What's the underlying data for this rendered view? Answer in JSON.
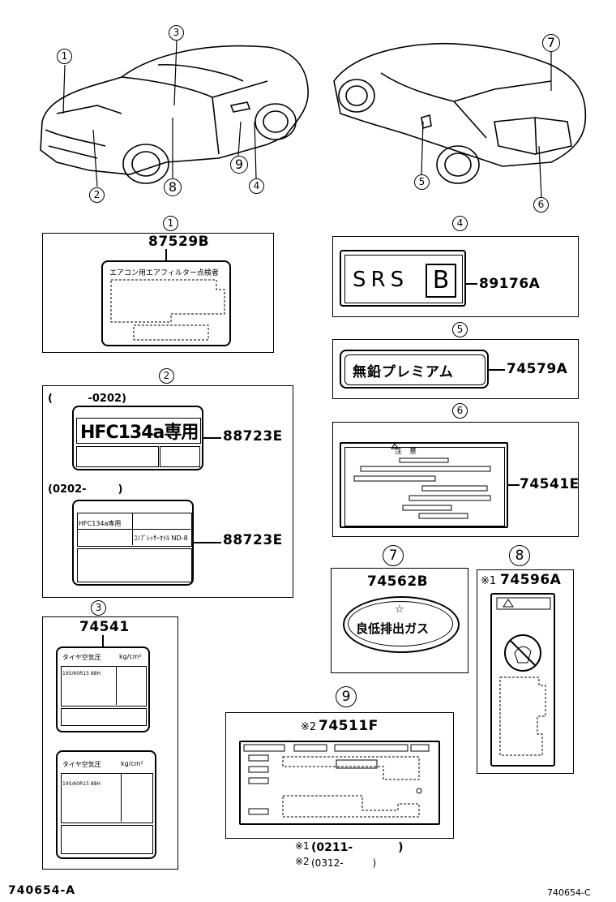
{
  "callouts": [
    "1",
    "2",
    "3",
    "4",
    "5",
    "6",
    "7",
    "8",
    "9"
  ],
  "part_numbers": {
    "p1": "87529B",
    "p2a": "88723E",
    "p2b": "88723E",
    "p3": "74541",
    "p4": "89176A",
    "p5": "74579A",
    "p6": "74541E",
    "p7": "74562B",
    "p8": "74596A",
    "p9": "74511F"
  },
  "label_texts": {
    "p1_title": "エアコン用エアフィルター点検者",
    "p2_range_a": "(　　　 -0202)",
    "p2_range_b": "(0202-　　　)",
    "p2_big": "HFC134a専用",
    "p2b_cell1": "HFC134a専用",
    "p2b_cell2": "ｺﾝﾌﾟﾚｯｻｰｵｲﾙ ND-8",
    "p3_title": "タイヤ空気圧",
    "p3_unit": "kg/cm²",
    "p3_row": "195/60R15 88H",
    "p4_text": "SRS",
    "p4_box": "B",
    "p5_text": "無鉛プレミアム",
    "p6_head": "注　意",
    "p7_text": "良低排出ガス",
    "p7_star": "☆",
    "p8_prefix": "※1",
    "p9_prefix": "※2"
  },
  "notes": {
    "n1_mark": "※1",
    "n1_range": "(0211-　　　　)",
    "n2_mark": "※2",
    "n2_range": "(0312-　　　)"
  },
  "footer": {
    "left_code": "740654-A",
    "right_code": "740654-C"
  }
}
